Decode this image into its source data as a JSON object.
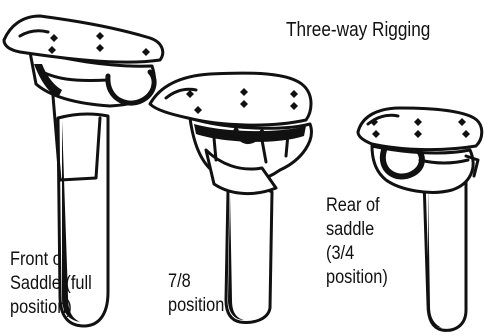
{
  "title": "Three-way Rigging",
  "positions": [
    {
      "id": "front",
      "lines": [
        "Front of",
        "Saddle (full",
        "position)"
      ]
    },
    {
      "id": "seven-eighths",
      "lines": [
        "7/8",
        "position"
      ]
    },
    {
      "id": "rear",
      "lines": [
        "Rear of",
        "saddle",
        "(3/4",
        "position)"
      ]
    }
  ],
  "colors": {
    "ink": "#111111",
    "fill": "#ffffff"
  }
}
